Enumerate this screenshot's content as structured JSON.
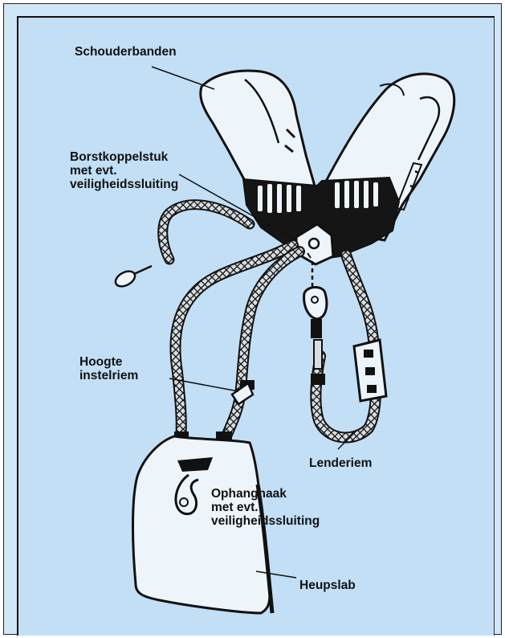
{
  "labels": {
    "schouderbanden": "Schouderbanden",
    "borstkoppelstuk": [
      "Borstkoppelstuk",
      "met evt.",
      "veiligheidssluiting"
    ],
    "hoogte": [
      "Hoogte",
      "instelriem"
    ],
    "lenderiem": "Lenderiem",
    "ophanghaak": [
      "Ophanghaak",
      "met evt.",
      "veiligheidssluiting"
    ],
    "heupslab": "Heupslab"
  },
  "colors": {
    "background": "#c2dff6",
    "ink": "#111111",
    "frame": "#cfe7f6"
  }
}
